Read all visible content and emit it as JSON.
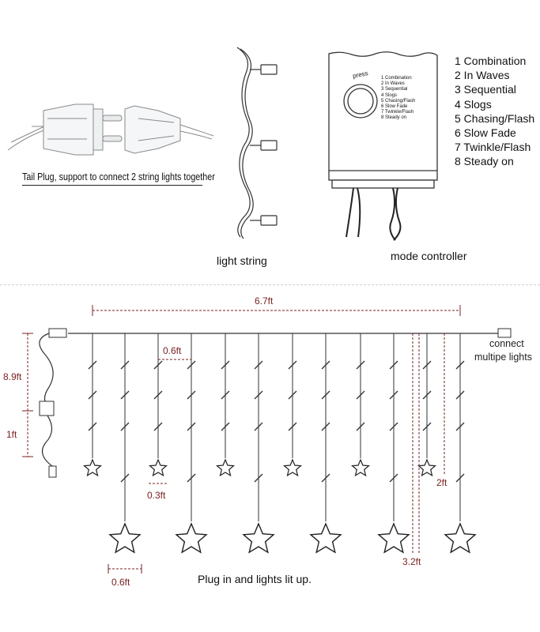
{
  "top": {
    "plug_caption": "Tail Plug, support to connect 2 string lights together",
    "light_string_caption": "light string",
    "controller_caption": "mode controller",
    "controller_press_label": "press",
    "controller_modes_small": [
      "1 Combination",
      "2 In Waves",
      "3 Sequential",
      "4 Slogs",
      "5 Chasing/Flash",
      "6 Slow Fade",
      "7 Twinkle/Flash",
      "8 Steady on"
    ],
    "modes": [
      "1 Combination",
      "2 In Waves",
      "3 Sequential",
      "4 Slogs",
      "5 Chasing/Flash",
      "6 Slow Fade",
      "7 Twinkle/Flash",
      "8 Steady on"
    ]
  },
  "bottom": {
    "width_label": "6.7ft",
    "height_total_label": "8.9ft",
    "cord_label": "1ft",
    "spacing_label": "0.6ft",
    "small_star_label": "0.3ft",
    "big_star_label": "0.6ft",
    "short_drop_label": "2ft",
    "long_drop_label": "3.2ft",
    "connect_label_line1": "connect",
    "connect_label_line2": "multipe lights",
    "footer": "Plug in and lights lit up."
  },
  "colors": {
    "dimension": "#7b2222",
    "line": "#333333"
  }
}
